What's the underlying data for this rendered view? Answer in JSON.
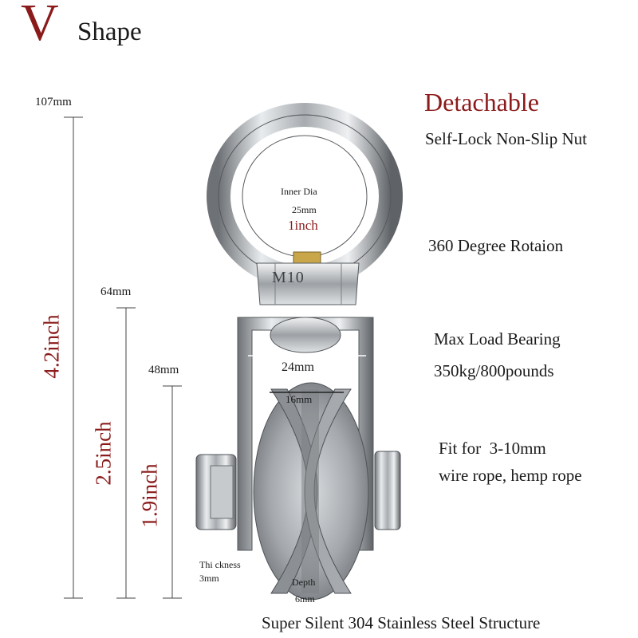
{
  "header": {
    "title_letter": "V",
    "title_word": "Shape"
  },
  "features": {
    "detachable": "Detachable",
    "self_lock": "Self-Lock Non-Slip Nut",
    "rotation": "360 Degree Rotaion",
    "load_title": "Max Load Bearing",
    "load_value": "350kg/800pounds",
    "fit_line1": "Fit for  3-10mm",
    "fit_line2": "wire rope, hemp rope",
    "material": "Super Silent 304 Stainless Steel Structure"
  },
  "dimensions": {
    "total_mm": "107mm",
    "total_in": "4.2inch",
    "mid_mm": "64mm",
    "mid_in": "2.5inch",
    "wheel_mm": "48mm",
    "wheel_in": "1.9inch",
    "bracket_width": "24mm",
    "groove_width": "16mm",
    "inner_dia_label": "Inner Dia",
    "inner_dia_mm": "25mm",
    "inner_dia_in": "1inch",
    "thickness_label": "Thi ckness",
    "thickness_value": "3mm",
    "depth_label": "Depth",
    "depth_value": "6mm",
    "nut_marking": "M10"
  },
  "colors": {
    "accent_red": "#8b1a1a",
    "steel": "#b8bcc0"
  }
}
